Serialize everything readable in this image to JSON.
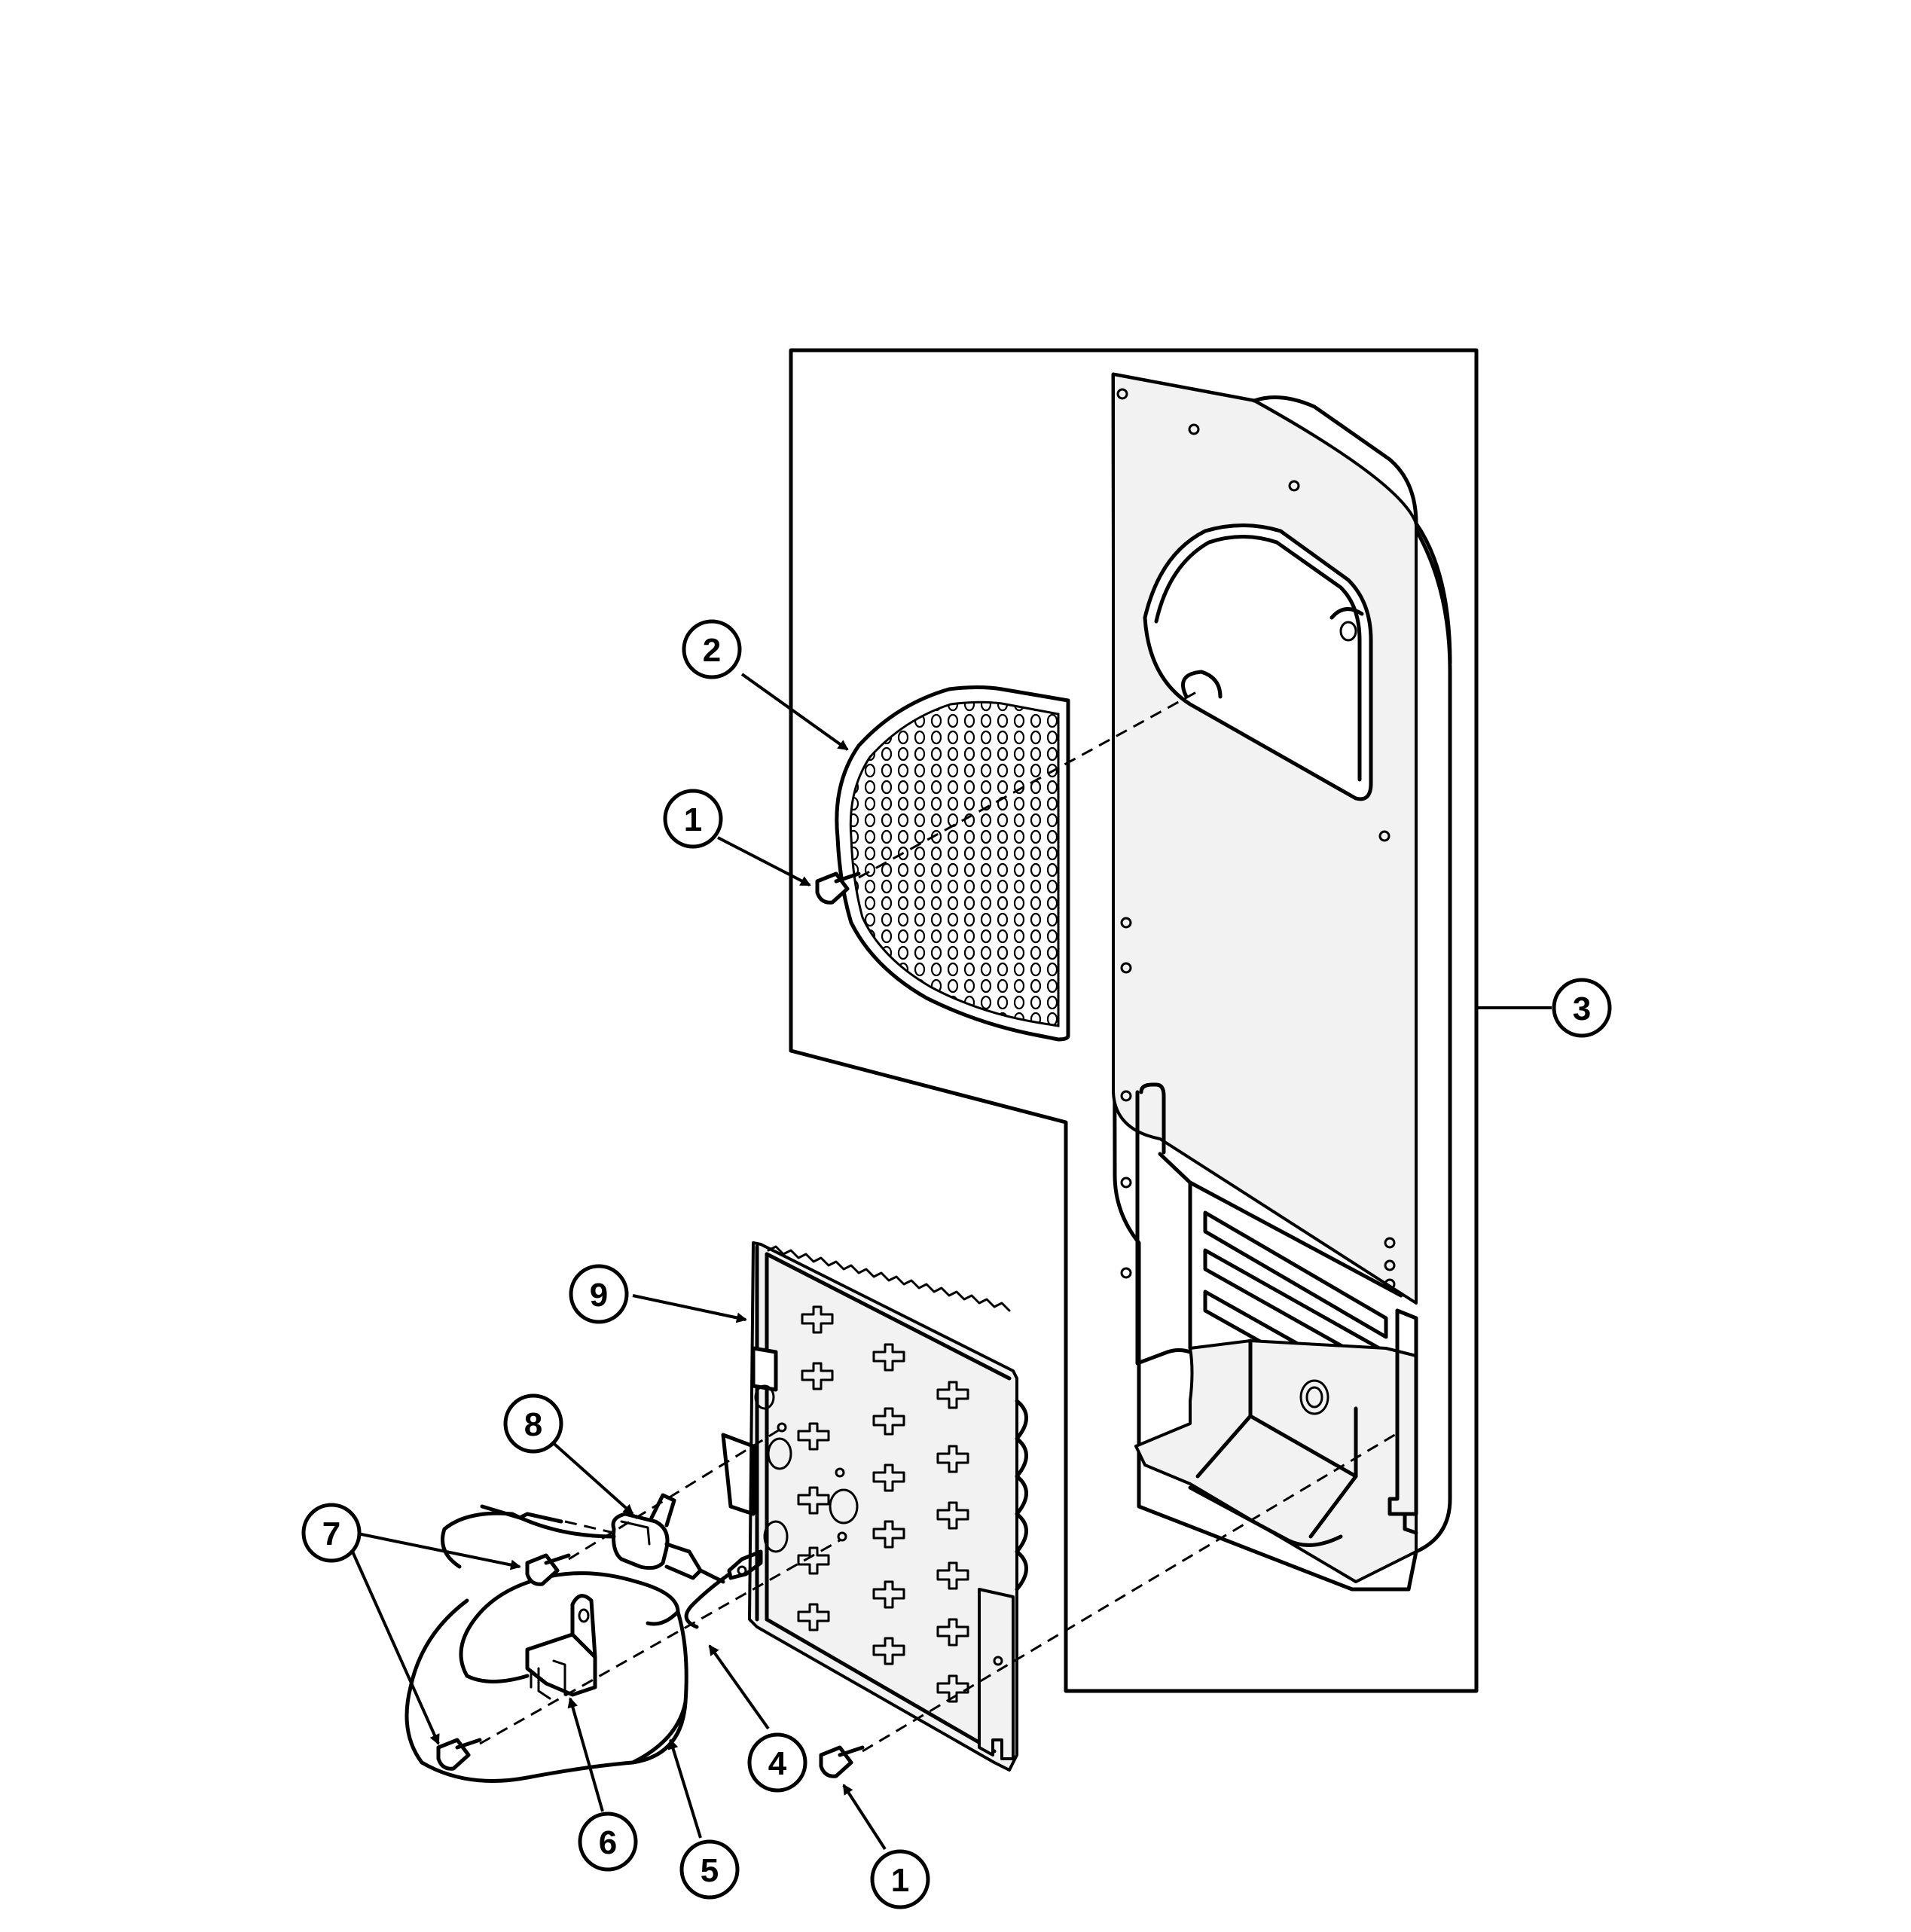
{
  "callouts": [
    {
      "id": "c1-top",
      "label": "1",
      "part": "screw"
    },
    {
      "id": "c2",
      "label": "2",
      "part": "grille"
    },
    {
      "id": "c3",
      "label": "3",
      "part": "rear-panel"
    },
    {
      "id": "c4",
      "label": "4",
      "part": "wire-lead"
    },
    {
      "id": "c5",
      "label": "5",
      "part": "harness"
    },
    {
      "id": "c6",
      "label": "6",
      "part": "thermostat"
    },
    {
      "id": "c7",
      "label": "7",
      "part": "screw"
    },
    {
      "id": "c8",
      "label": "8",
      "part": "thermal-fuse"
    },
    {
      "id": "c9",
      "label": "9",
      "part": "heater-assembly"
    },
    {
      "id": "c1-bottom",
      "label": "1",
      "part": "screw"
    }
  ]
}
